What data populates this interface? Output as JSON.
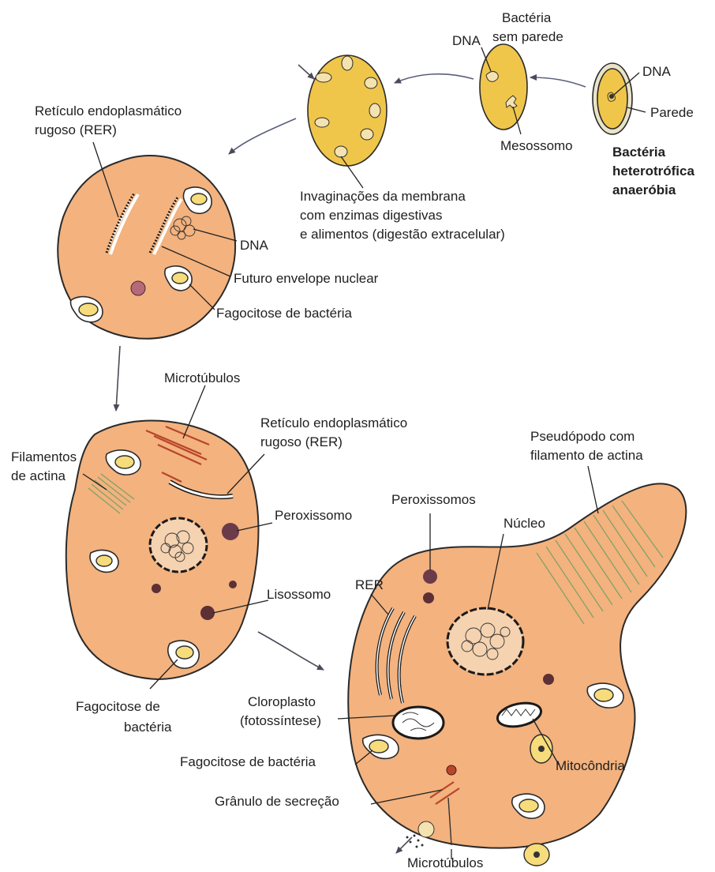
{
  "labels": {
    "bacteria_no_wall": "Bactéria\nsem parede",
    "dna_1": "DNA",
    "dna_2": "DNA",
    "parede": "Parede",
    "mesossomo": "Mesossomo",
    "bacteria_title_1": "Bactéria",
    "bacteria_title_2": "heterotrófica",
    "bacteria_title_3": "anaeróbia",
    "rer_1a": "Retículo endoplasmático",
    "rer_1b": "rugoso (RER)",
    "invag_1": "Invaginações da membrana",
    "invag_2": "com enzimas digestivas",
    "invag_3": "e alimentos (digestão extracelular)",
    "dna_3": "DNA",
    "futuro_envelope": "Futuro envelope nuclear",
    "fagocitose_1": "Fagocitose de bactéria",
    "microtubulos_1": "Microtúbulos",
    "rer_2a": "Retículo endoplasmático",
    "rer_2b": "rugoso (RER)",
    "filamentos_a": "Filamentos",
    "filamentos_b": "de actina",
    "peroxissomo": "Peroxissomo",
    "lisossomo": "Lisossomo",
    "fagocitose_2a": "Fagocitose de",
    "fagocitose_2b": "bactéria",
    "pseudopodo_a": "Pseudópodo com",
    "pseudopodo_b": "filamento de actina",
    "peroxissomos": "Peroxissomos",
    "nucleo": "Núcleo",
    "rer_3": "RER",
    "cloroplasto_a": "Cloroplasto",
    "cloroplasto_b": "(fotossíntese)",
    "fagocitose_3": "Fagocitose de bactéria",
    "mitocondria": "Mitocôndria",
    "granulo": "Grânulo de secreção",
    "microtubulos_2": "Microtúbulos"
  },
  "colors": {
    "cell_fill": "#f3b27e",
    "bacteria_fill": "#f0c64a",
    "microtubule": "#b8452c",
    "actin": "#7aa266",
    "peroxisome": "#6b3b4a"
  }
}
